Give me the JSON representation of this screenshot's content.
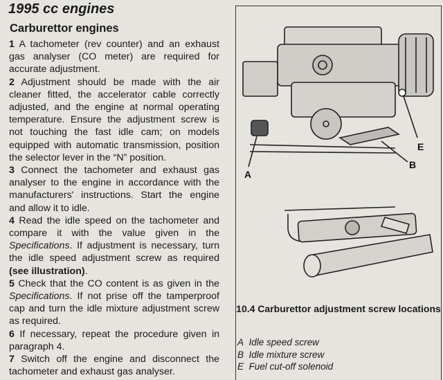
{
  "title": "1995 cc engines",
  "heading": "Carburettor engines",
  "paragraphs": [
    {
      "num": "1",
      "text": "A tachometer (rev counter) and an exhaust gas analyser (CO meter) are required for accurate adjustment."
    },
    {
      "num": "2",
      "text": "Adjustment should be made with the air cleaner fitted, the accelerator cable correctly adjusted, and the engine at normal operating temperature. Ensure the adjustment screw is not touching the fast idle cam; on models equipped with automatic transmission, position the selector lever in the “N” position."
    },
    {
      "num": "3",
      "text": "Connect the tachometer and exhaust gas analyser to the engine in accordance with the manufacturers' instructions. Start the engine and allow it to idle."
    },
    {
      "num": "4",
      "text_a": "Read the idle speed on the tachometer and compare it with the value given in the ",
      "em": "Specifications",
      "text_b": ". If adjustment is necessary, turn the idle speed adjustment screw as required ",
      "strong": "(see illustration)",
      "text_c": "."
    },
    {
      "num": "5",
      "text_a": "Check that the CO content is as given in the ",
      "em": "Specifications",
      "text_b": ". If not prise off the tamperproof cap and turn the idle mixture adjustment screw as required."
    },
    {
      "num": "6",
      "text": "If necessary, repeat the procedure given in paragraph 4."
    },
    {
      "num": "7",
      "text": "Switch off the engine and disconnect the tachometer and exhaust gas analyser."
    }
  ],
  "figure": {
    "caption": "10.4 Carburettor adjustment screw locations",
    "labels": {
      "a": "A",
      "b": "B",
      "e": "E"
    },
    "legend": [
      {
        "key": "A",
        "text": "Idle speed screw"
      },
      {
        "key": "B",
        "text": "Idle mixture screw"
      },
      {
        "key": "E",
        "text": "Fuel cut-off solenoid"
      }
    ]
  }
}
